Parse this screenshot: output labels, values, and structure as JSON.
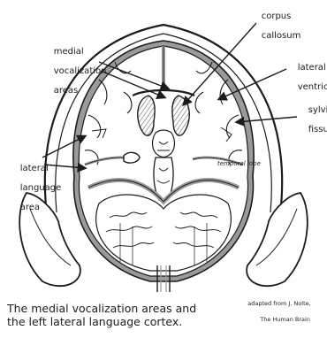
{
  "labels": {
    "corpus_callosum": [
      "corpus",
      "callosum"
    ],
    "medial_vocalization_areas": [
      "medial",
      "vocalization",
      "areas"
    ],
    "lateral_ventricle": [
      "lateral",
      "ventricle"
    ],
    "sylvian_fissure": [
      "sylvian",
      "fissure"
    ],
    "lateral_language_area": [
      "lateral",
      "language",
      "area"
    ],
    "temporal_lobe": "temporal lobe"
  },
  "credit": [
    "adapted from J. Nolte,",
    "The Human Brain"
  ],
  "caption": [
    "The medial vocalization areas and",
    "the left lateral language cortex."
  ],
  "colors": {
    "ink": "#1c1c1c",
    "tissue": "#ffffff",
    "shade": "#9a9a9a",
    "background": "#ffffff"
  }
}
